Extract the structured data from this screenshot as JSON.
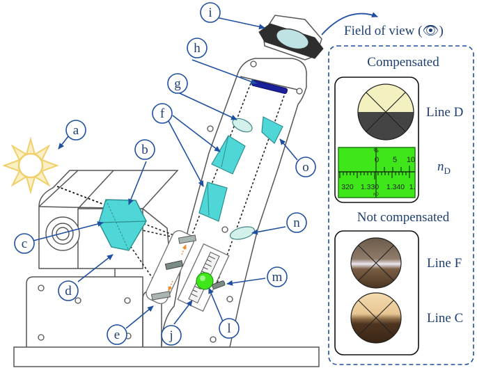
{
  "callouts": {
    "a": "a",
    "b": "b",
    "c": "c",
    "d": "d",
    "e": "e",
    "f": "f",
    "g": "g",
    "h": "h",
    "i": "i",
    "j": "j",
    "l": "l",
    "m": "m",
    "n": "n",
    "o": "o"
  },
  "panel": {
    "field_of_view": "Field of view (👁)",
    "compensated": "Compensated",
    "not_compensated": "Not compensated",
    "line_d": "Line D",
    "n_d_main": "n",
    "n_d_sub": "D",
    "line_f": "Line F",
    "line_c": "Line C"
  },
  "scale": {
    "percent": "%",
    "top_ticks": [
      "0",
      "5",
      "10"
    ],
    "bottom_ticks": [
      "320",
      "1.330",
      "1.340",
      "1."
    ],
    "sub_label": "nD"
  },
  "colors": {
    "callout_blue": "#1f3f73",
    "prism_cyan": "#4fd6d6",
    "scale_green": "#3fe619",
    "sun_yellow": "#f3d77a"
  }
}
